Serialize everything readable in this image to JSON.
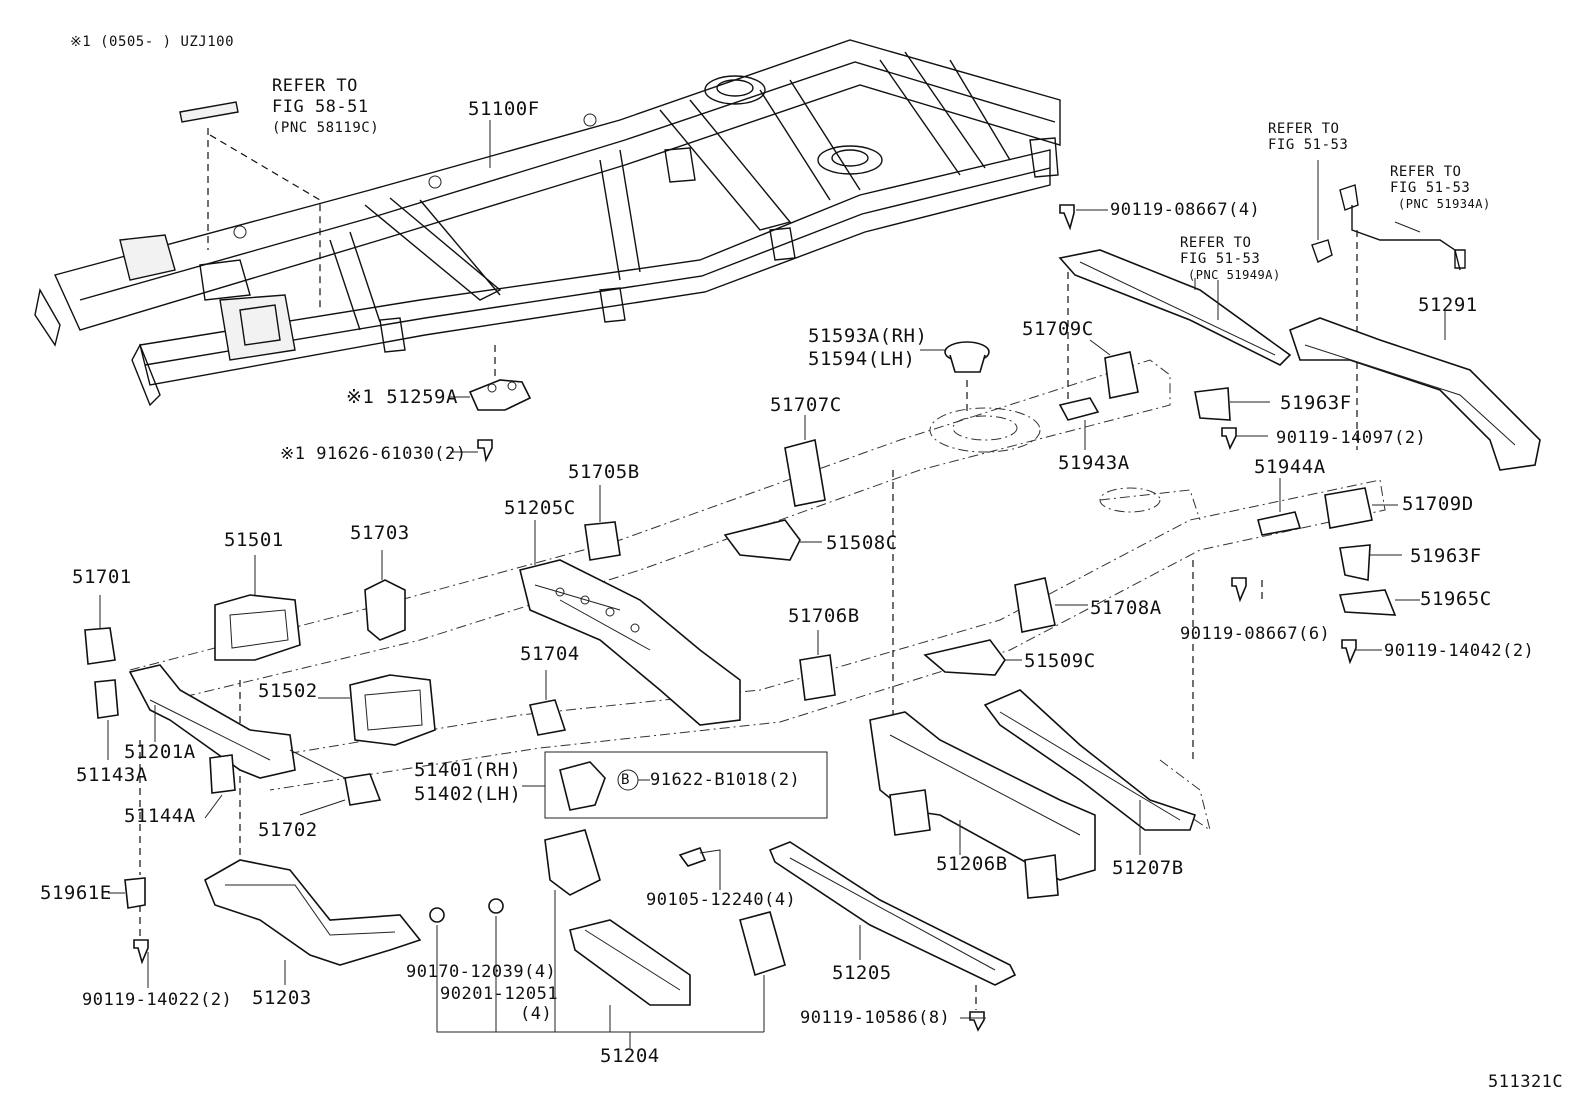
{
  "header_note": "※1 (0505-    ) UZJ100",
  "diagram_id": "511321C",
  "refs": {
    "fig5851": {
      "line1": "REFER TO",
      "line2": "FIG 58-51",
      "line3": "(PNC 58119C)"
    },
    "fig5153a": {
      "line1": "REFER TO",
      "line2": "FIG 51-53"
    },
    "fig5153b": {
      "line1": "REFER TO",
      "line2": "FIG 51-53",
      "line3": "(PNC 51934A)"
    },
    "fig5153c": {
      "line1": "REFER TO",
      "line2": "FIG 51-53",
      "line3": "(PNC 51949A)"
    }
  },
  "parts": {
    "p51100F": "51100F",
    "p51259A": "※1 51259A",
    "p91626": "※1 91626-61030(2)",
    "p51291": "51291",
    "p90119_08667_4": "90119-08667(4)",
    "p51593A": "51593A(RH)",
    "p51594": "51594(LH)",
    "p51709C": "51709C",
    "p51963F_top": "51963F",
    "p90119_14097": "90119-14097(2)",
    "p51943A": "51943A",
    "p51707C": "51707C",
    "p51705B": "51705B",
    "p51205C": "51205C",
    "p51508C": "51508C",
    "p51944A": "51944A",
    "p51709D": "51709D",
    "p51963F_bot": "51963F",
    "p51965C": "51965C",
    "p90119_08667_6": "90119-08667(6)",
    "p90119_14042": "90119-14042(2)",
    "p51501": "51501",
    "p51703": "51703",
    "p51701": "51701",
    "p51708A": "51708A",
    "p51706B": "51706B",
    "p51509C": "51509C",
    "p51704": "51704",
    "p51502": "51502",
    "p51201A": "51201A",
    "p51143A": "51143A",
    "p51401": "51401(RH)",
    "p51402": "51402(LH)",
    "p91622": "91622-B1018(2)",
    "bolt_b": "B",
    "p51144A": "51144A",
    "p51702": "51702",
    "p51206B": "51206B",
    "p51207B": "51207B",
    "p51961E": "51961E",
    "p90105": "90105-12240(4)",
    "p51205": "51205",
    "p90119_14022": "90119-14022(2)",
    "p51203": "51203",
    "p90170": "90170-12039(4)",
    "p90201": "90201-12051",
    "p90201_qty": "(4)",
    "p90119_10586": "90119-10586(8)",
    "p51204": "51204"
  }
}
